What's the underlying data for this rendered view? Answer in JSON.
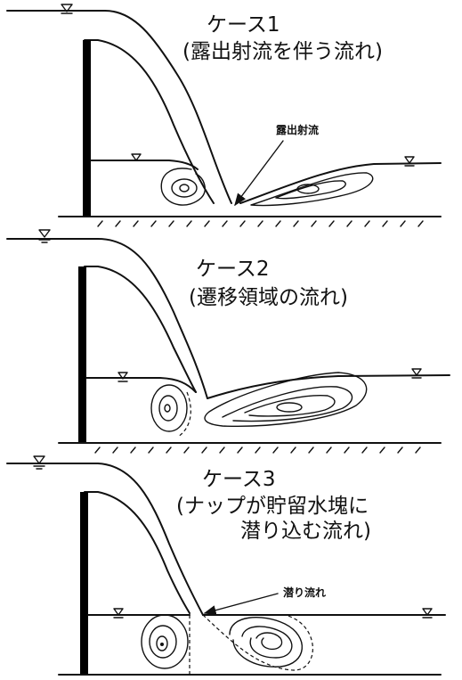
{
  "cases": [
    {
      "title": "ケース1",
      "subtitle": "(露出射流を伴う流れ)",
      "subtitle2": "",
      "label": "露出射流"
    },
    {
      "title": "ケース2",
      "subtitle": "(遷移領域の流れ)",
      "subtitle2": "",
      "label": ""
    },
    {
      "title": "ケース3",
      "subtitle": "(ナップが貯留水塊に",
      "subtitle2": "潜り込む流れ)",
      "label": "潜り流れ"
    }
  ]
}
